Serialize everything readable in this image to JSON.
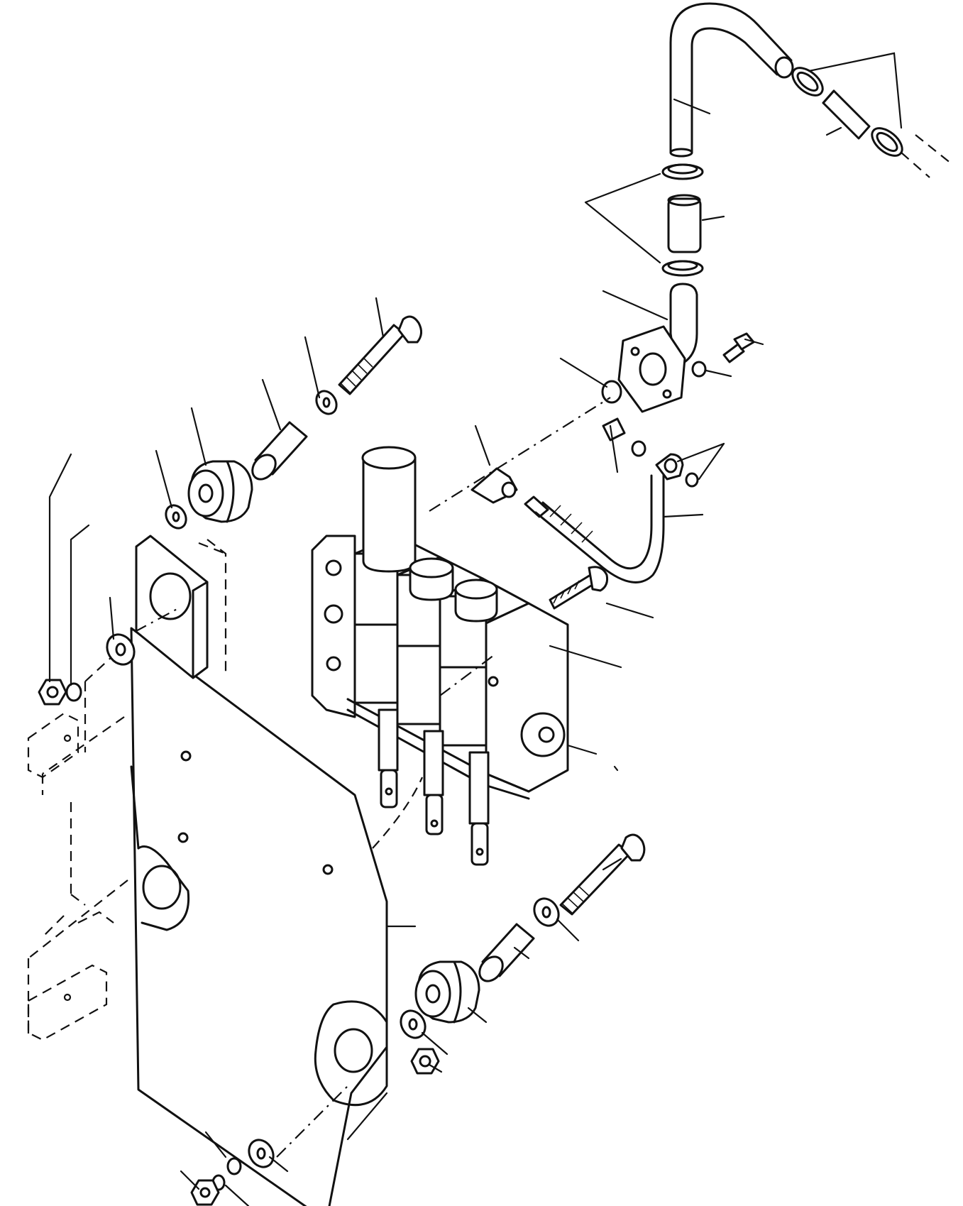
{
  "diagram": {
    "line_color": "#111111",
    "background": "#ffffff",
    "parts": [
      "hose-upper-elbow",
      "hose-clamp",
      "hose-sleeve",
      "elbow-flange",
      "o-ring",
      "flange-bolt",
      "lock-washer",
      "control-valve-bank",
      "valve-spool",
      "hydraulic-tube",
      "banjo-fitting",
      "mounting-plate",
      "mounting-bolt",
      "washer",
      "spacer-bushing",
      "rubber-mount",
      "hex-nut"
    ]
  }
}
